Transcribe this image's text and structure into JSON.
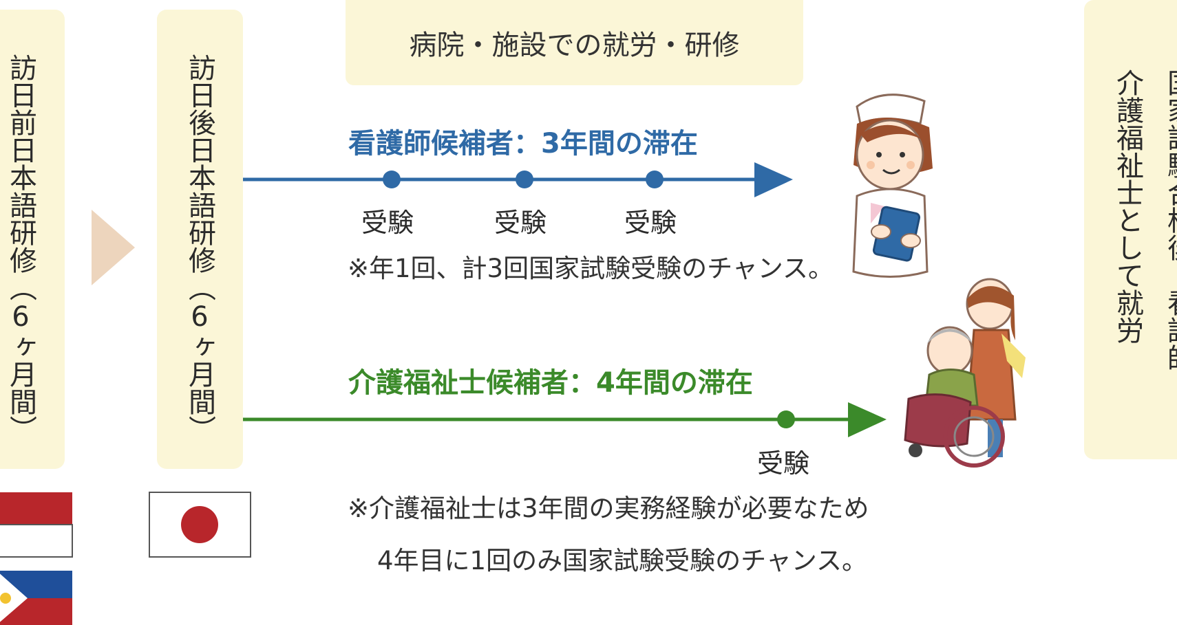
{
  "stages": {
    "pre_arrival": "訪日前日本語研修（6ヶ月間）",
    "post_arrival": "訪日後日本語研修（6ヶ月間）",
    "work_header": "病院・施設での就労・研修",
    "care_work": "介護福祉士として就労",
    "national_exam_partial": "国家試験合格後　看護師"
  },
  "nurse_track": {
    "label": "看護師候補者：3年間の滞在",
    "exams": [
      "受験",
      "受験",
      "受験"
    ],
    "note": "※年1回、計3回国家試験受験のチャンス。"
  },
  "care_track": {
    "label": "介護福祉士候補者：4年間の滞在",
    "exams": [
      "受験"
    ],
    "note_line1": "※介護福祉士は3年間の実務経験が必要なため",
    "note_line2": "4年目に1回のみ国家試験受験のチャンス。"
  },
  "colors": {
    "cream": "#fbf6d7",
    "nurse_blue": "#2f6aa6",
    "care_green": "#3b8a2a",
    "chevron": "#edd5bd"
  },
  "icons": [
    "nurse-illustration-icon",
    "caregiver-wheelchair-illustration-icon",
    "indonesia-flag-icon",
    "japan-flag-icon",
    "philippines-flag-icon"
  ]
}
